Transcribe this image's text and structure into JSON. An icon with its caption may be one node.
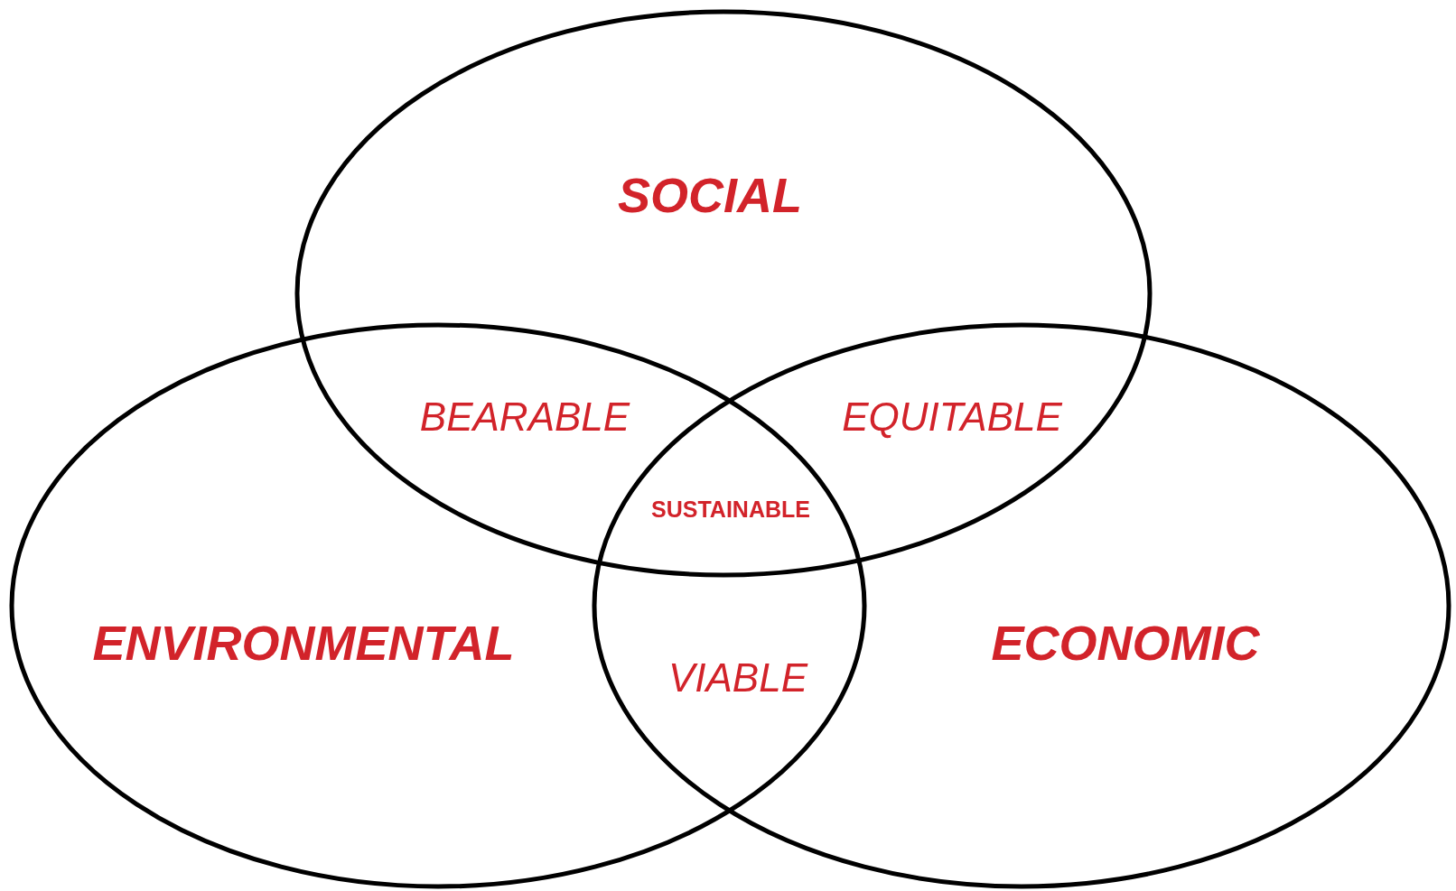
{
  "diagram": {
    "nodes": [
      {
        "text": [
          "SOCIAL"
        ]
      },
      {
        "text": [
          "ENVIRONMENTAL"
        ]
      },
      {
        "text": [
          "ECONOMIC"
        ]
      }
    ],
    "labels": [
      "BEARABLE",
      "EQUITABLE",
      "SUSTAINABLE",
      "VIABLE"
    ]
  }
}
